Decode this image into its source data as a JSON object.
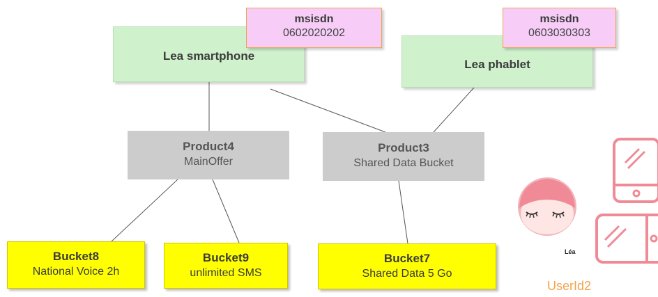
{
  "devices": [
    {
      "title": "Lea smartphone",
      "msisdn_label": "msisdn",
      "msisdn_value": "0602020202"
    },
    {
      "title": "Lea phablet",
      "msisdn_label": "msisdn",
      "msisdn_value": "0603030303"
    }
  ],
  "products": [
    {
      "title": "Product4",
      "subtitle": "MainOffer"
    },
    {
      "title": "Product3",
      "subtitle": "Shared Data Bucket"
    }
  ],
  "buckets": [
    {
      "title": "Bucket8",
      "subtitle": "National Voice 2h"
    },
    {
      "title": "Bucket9",
      "subtitle": "unlimited SMS"
    },
    {
      "title": "Bucket7",
      "subtitle": "Shared Data 5 Go"
    }
  ],
  "user": {
    "name": "Léa",
    "id": "UserId2"
  },
  "colors": {
    "device_fill": "#cff2cc",
    "msisdn_fill": "#f7ccf7",
    "product_fill": "#cccccc",
    "bucket_fill": "#ffff00",
    "accent_pink": "#f08a96",
    "userid_color": "#f2a44a"
  }
}
